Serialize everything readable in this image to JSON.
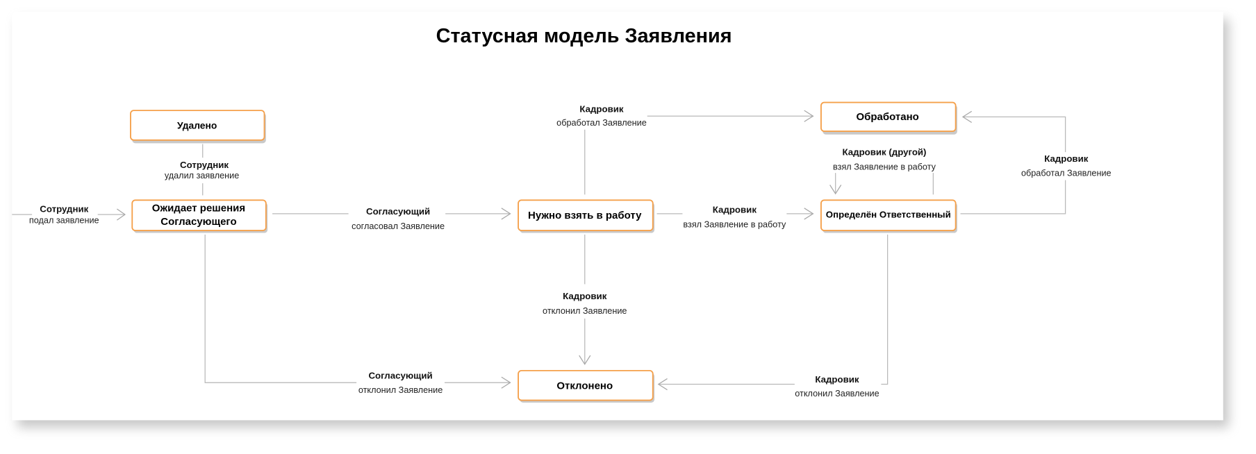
{
  "title": "Статусная модель Заявления",
  "states": {
    "deleted": "Удалено",
    "awaiting_line1": "Ожидает решения",
    "awaiting_line2": "Согласующего",
    "need_take": "Нужно взять в работу",
    "assigned": "Определён Ответственный",
    "processed": "Обработано",
    "rejected": "Отклонено"
  },
  "transitions": {
    "submit": {
      "actor": "Сотрудник",
      "action": "подал заявление"
    },
    "delete": {
      "actor": "Сотрудник",
      "action": "удалил заявление"
    },
    "approve": {
      "actor": "Согласующий",
      "action": "согласовал Заявление"
    },
    "take": {
      "actor": "Кадровик",
      "action": "взял Заявление в работу"
    },
    "process_direct": {
      "actor": "Кадровик",
      "action": "обработал Заявление"
    },
    "reject_hr": {
      "actor": "Кадровик",
      "action": "отклонил Заявление"
    },
    "reject_approver": {
      "actor": "Согласующий",
      "action": "отклонил Заявление"
    },
    "reject_assigned": {
      "actor": "Кадровик",
      "action": "отклонил Заявление"
    },
    "process_assigned": {
      "actor": "Кадровик",
      "action": "обработал Заявление"
    },
    "retake": {
      "actor": "Кадровик (другой)",
      "action": "взял Заявление в работу"
    }
  }
}
